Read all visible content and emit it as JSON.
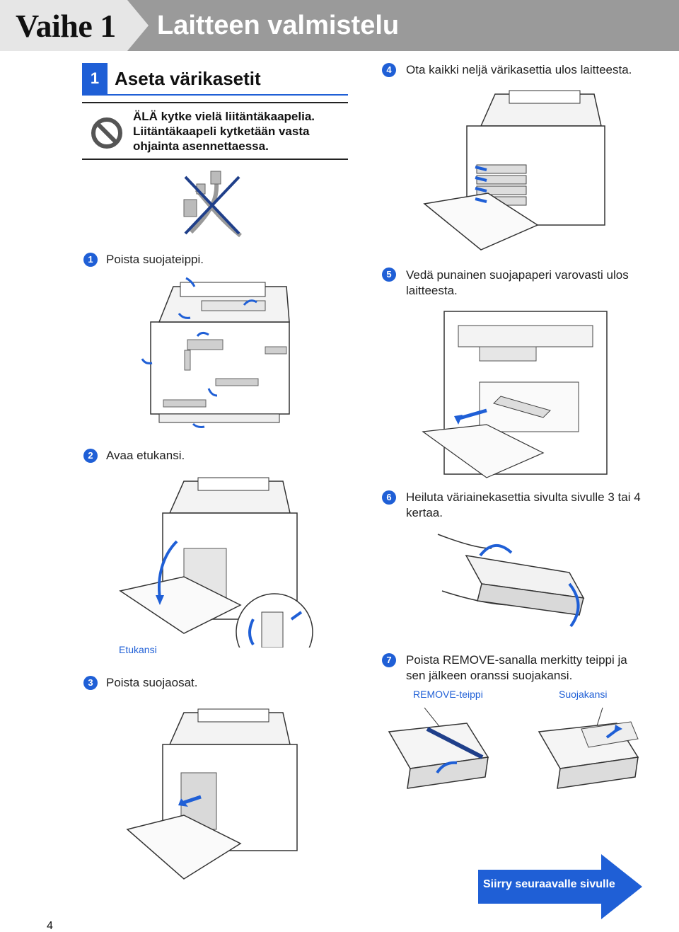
{
  "header": {
    "step": "Vaihe 1",
    "title": "Laitteen valmistelu"
  },
  "section": {
    "number": "1",
    "title": "Aseta värikasetit"
  },
  "warning": {
    "icon": "no-entry-icon",
    "lines": [
      "ÄLÄ kytke vielä liitäntäkaapelia.",
      "Liitäntäkaapeli kytketään vasta",
      "ohjainta asennettaessa."
    ]
  },
  "steps": [
    {
      "num": "1",
      "text": "Poista suojateippi."
    },
    {
      "num": "2",
      "text": "Avaa etukansi."
    },
    {
      "num": "3",
      "text": "Poista suojaosat."
    },
    {
      "num": "4",
      "text": "Ota kaikki neljä värikasettia ulos laitteesta."
    },
    {
      "num": "5",
      "text_lines": [
        "Vedä punainen suojapaperi varovasti ulos",
        "laitteesta."
      ]
    },
    {
      "num": "6",
      "text_lines": [
        "Heiluta väriainekasettia sivulta sivulle 3 tai 4",
        "kertaa."
      ]
    },
    {
      "num": "7",
      "text_lines": [
        "Poista REMOVE-sanalla merkitty teippi ja",
        "sen jälkeen oranssi suojakansi."
      ]
    }
  ],
  "captions": {
    "front_cover": "Etukansi",
    "remove_tape": "REMOVE-teippi",
    "protective_cover": "Suojakansi"
  },
  "next_page": "Siirry seuraavalle sivulle",
  "page_number": "4",
  "colors": {
    "accent": "#1f5fd6",
    "header_bg": "#9a9a9a",
    "step_tab": "#e6e6e6"
  }
}
